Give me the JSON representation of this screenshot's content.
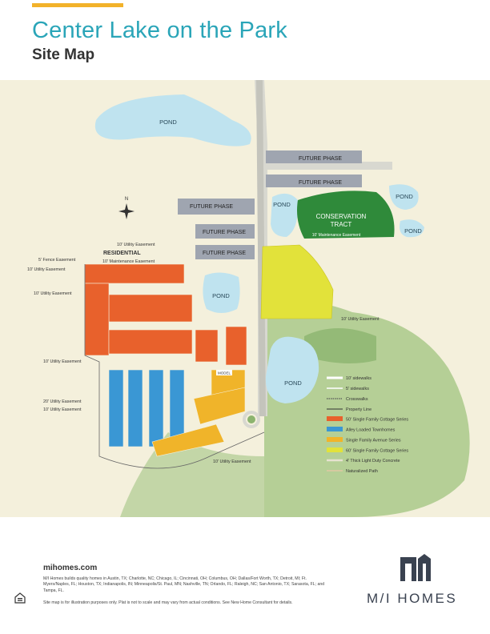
{
  "header": {
    "title": "Center Lake on the Park",
    "subtitle": "Site Map"
  },
  "colors": {
    "accent": "#f2b22a",
    "title": "#2aa5b8",
    "cottage50": "#e8612c",
    "alley": "#3a97d4",
    "avenue": "#f0b42a",
    "cottage60": "#e2e23a",
    "conservation": "#2f8a3a",
    "pond": "#bfe3ef"
  },
  "map": {
    "ponds": [
      {
        "label": "POND"
      },
      {
        "label": "POND"
      },
      {
        "label": "POND"
      },
      {
        "label": "POND"
      },
      {
        "label": "POND"
      },
      {
        "label": "POND"
      }
    ],
    "future_phases": [
      {
        "label": "FUTURE PHASE"
      },
      {
        "label": "FUTURE PHASE"
      },
      {
        "label": "FUTURE PHASE"
      },
      {
        "label": "FUTURE PHASE"
      },
      {
        "label": "FUTURE PHASE"
      }
    ],
    "conservation": {
      "line1": "CONSERVATION",
      "line2": "TRACT",
      "easement": "10' Maintenance Easement"
    },
    "compass": "N",
    "residential": "RESIDENTIAL",
    "annotations": [
      "10' Utility Easement",
      "10' Maintenance Easement",
      "5' Fence Easement",
      "10' Utility Easement",
      "10' Utility Easement",
      "10' Utility Easement",
      "10' Utility Easement",
      "20' Utility Easement",
      "10' Utility Easement",
      "10' Utility Easement"
    ],
    "model": "MODEL"
  },
  "legend": [
    {
      "label": "10' sidewalks",
      "type": "line-white-thick"
    },
    {
      "label": "5' sidewalks",
      "type": "line-white"
    },
    {
      "label": "Crosswalks",
      "type": "line-dashed"
    },
    {
      "label": "Property Line",
      "type": "line-dark"
    },
    {
      "label": "50' Single Family Cottage Series",
      "type": "swatch",
      "color": "#e8612c"
    },
    {
      "label": "Alley Loaded Townhomes",
      "type": "swatch",
      "color": "#3a97d4"
    },
    {
      "label": "Single Family Avenue Series",
      "type": "swatch",
      "color": "#f0b42a"
    },
    {
      "label": "60' Single Family Cottage Series",
      "type": "swatch",
      "color": "#e2e23a"
    },
    {
      "label": "4' Thick Light Duty Concrete",
      "type": "line-light"
    },
    {
      "label": "Naturalized Path",
      "type": "line-path"
    }
  ],
  "footer": {
    "url": "mihomes.com",
    "builds": "M/I Homes builds quality homes in Austin, TX; Charlotte, NC; Chicago, IL; Cincinnati, OH; Columbus, OH; Dallas/Fort Worth, TX; Detroit, MI; Ft. Myers/Naples, FL; Houston, TX; Indianapolis, IN; Minneapolis/St. Paul, MN; Nashville, TN; Orlando, FL; Raleigh, NC; San Antonio, TX; Sarasota, FL; and Tampa, FL.",
    "disclaimer": "Site map is for illustration purposes only. Plat is not to scale and may vary from actual conditions. See New Home Consultant for details.",
    "logo": "M/I HOMES"
  }
}
